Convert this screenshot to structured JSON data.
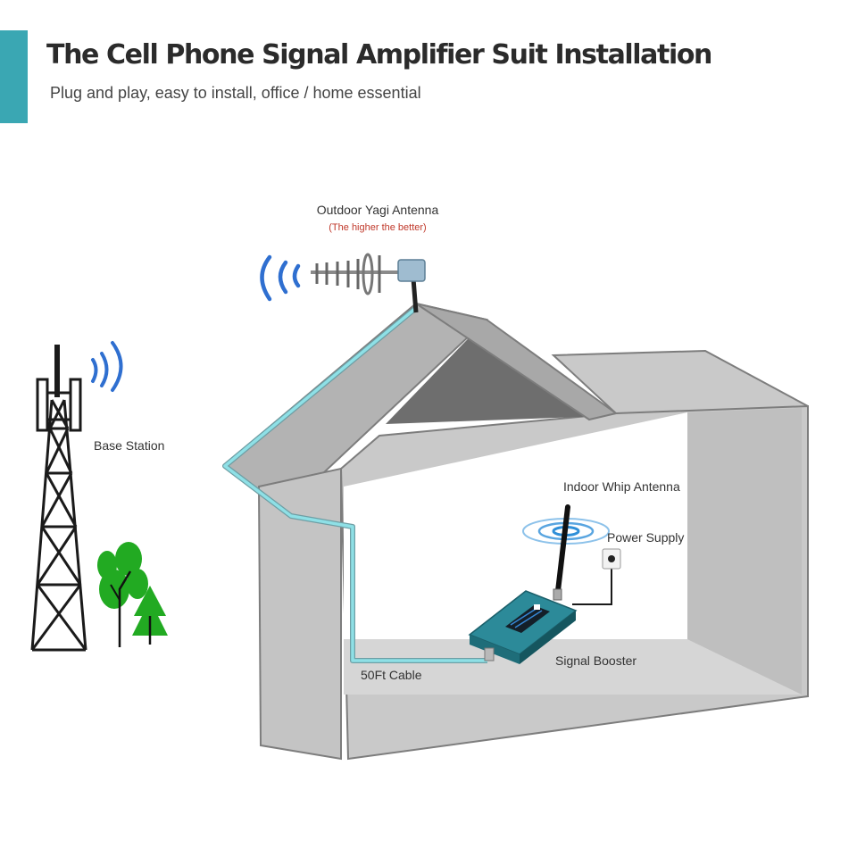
{
  "header": {
    "title": "The Cell Phone Signal Amplifier Suit Installation",
    "subtitle": "Plug and play, easy to install, office / home essential"
  },
  "labels": {
    "outdoor_antenna": "Outdoor Yagi Antenna",
    "outdoor_antenna_note": "(The higher the better)",
    "base_station": "Base Station",
    "indoor_antenna": "Indoor Whip Antenna",
    "power_supply": "Power Supply",
    "signal_booster": "Signal Booster",
    "cable": "50Ft Cable"
  },
  "colors": {
    "accent": "#3aa7b3",
    "cable": "#7fd6dc",
    "signal_waves": "#2f6fd0",
    "house_wall": "#c9c9c9",
    "house_roof": "#b0b0b0",
    "trees": "#22aa22",
    "booster": "#2c8a99",
    "note": "#c0392b"
  }
}
